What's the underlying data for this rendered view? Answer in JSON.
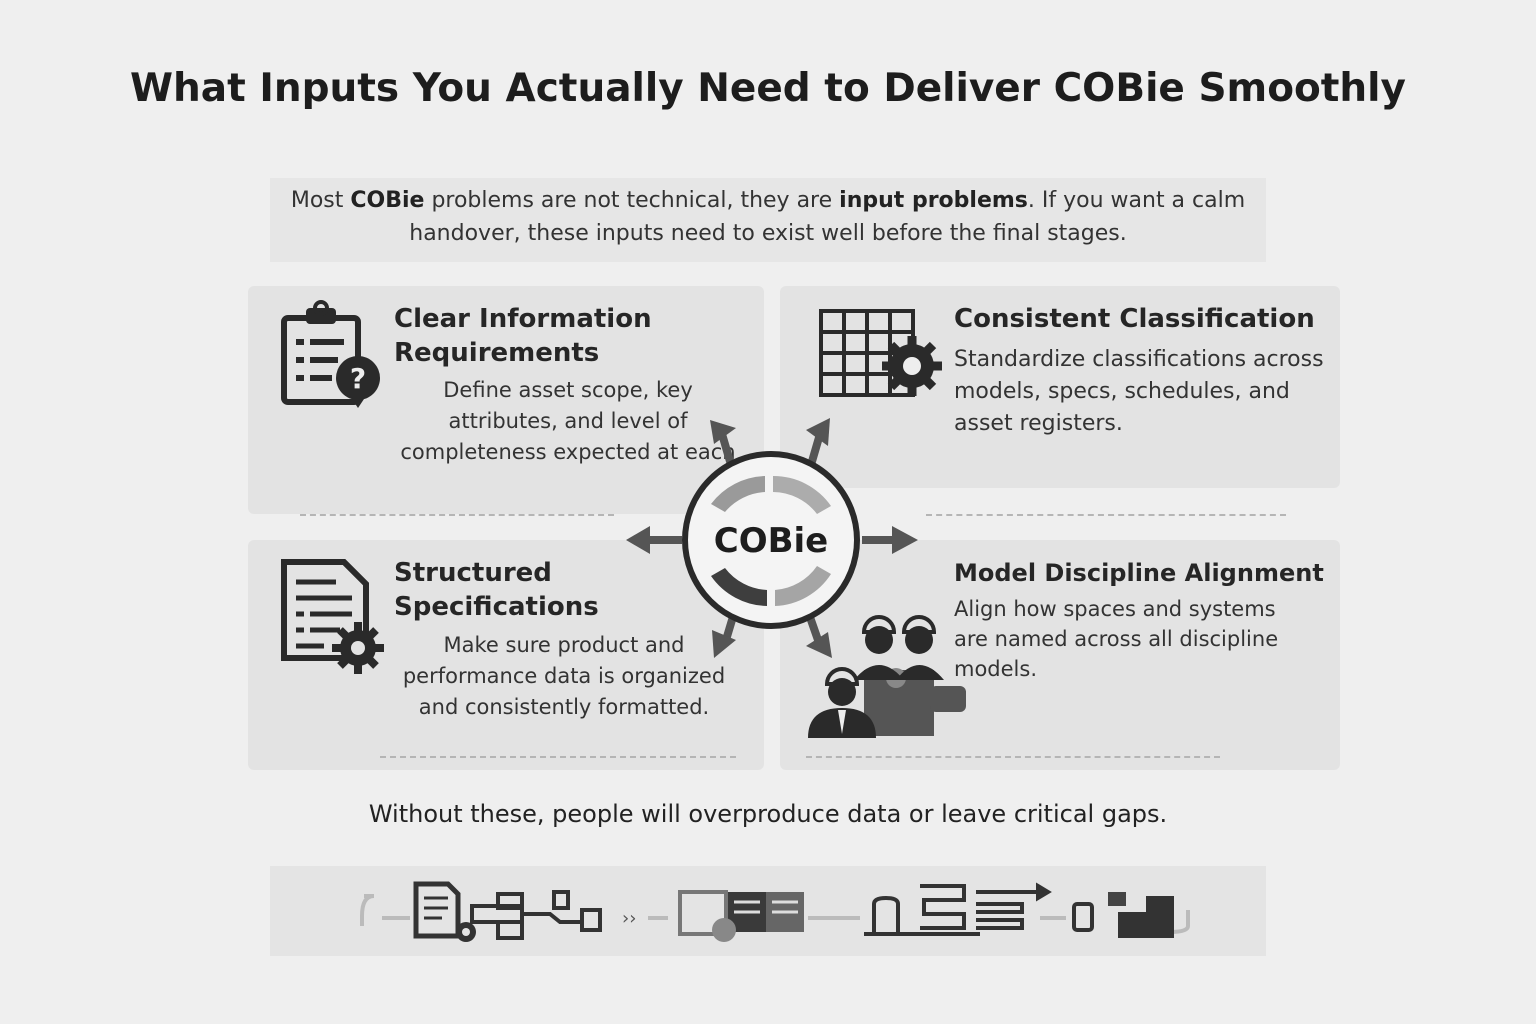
{
  "title": "What Inputs You Actually Need to Deliver COBie Smoothly",
  "intro": {
    "part1": "Most ",
    "bold1": "COBie",
    "part2": " problems are not technical, they are ",
    "bold2": "input problems",
    "part3": ". If you want a calm handover, these inputs need to exist well before the final stages."
  },
  "hub_label": "COBie",
  "cards": [
    {
      "title": "Clear Information Requirements",
      "desc": "Define asset scope, key attributes, and level of completeness expected at each",
      "icon": "clipboard-question-icon"
    },
    {
      "title": "Consistent Classification",
      "desc": "Standardize classifications across models, specs, schedules, and asset registers.",
      "icon": "grid-gear-icon"
    },
    {
      "title": "Structured Specifications",
      "desc": "Make sure product and performance data is organized and consistently formatted.",
      "icon": "document-gear-icon"
    },
    {
      "title": "Model Discipline Alignment",
      "desc": "Align how spaces and systems are named across all discipline models.",
      "icon": "team-puzzle-icon"
    }
  ],
  "footer": "Without these, people will overproduce data or leave critical gaps.",
  "workflow_icons": [
    "document-gear-icon",
    "flowchart-icon",
    "document-stack-gear-icon",
    "warehouse-icon",
    "stacked-data-arrow-icon",
    "handover-blocks-icon"
  ]
}
